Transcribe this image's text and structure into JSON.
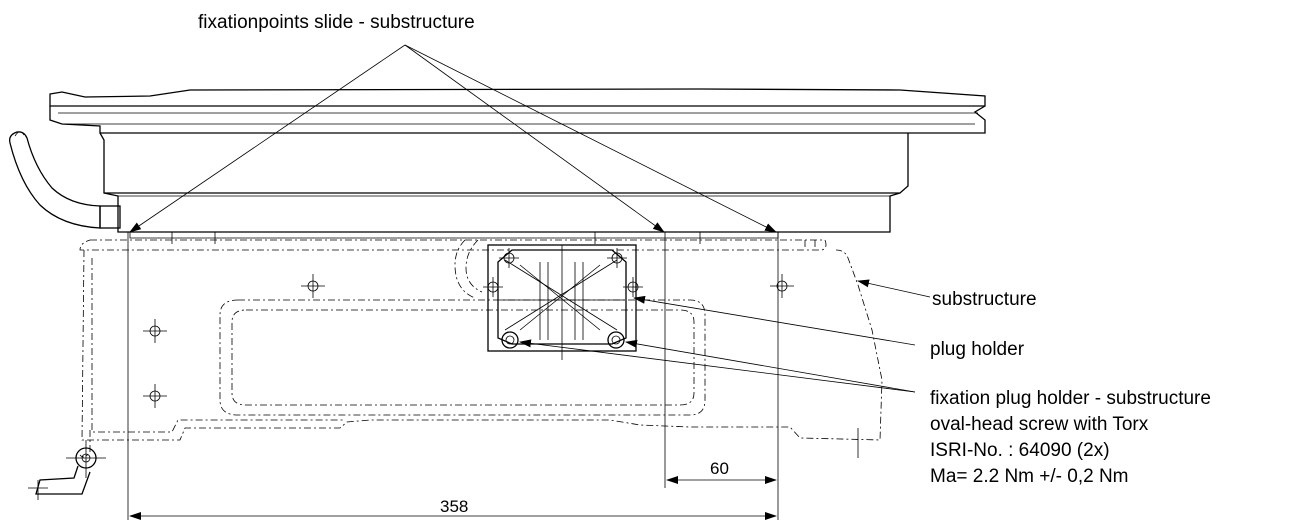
{
  "labels": {
    "title": "fixationpoints slide - substructure",
    "substructure": "substructure",
    "plug_holder": "plug holder",
    "fixation_lines": [
      "fixation plug holder - substructure",
      "oval-head screw with Torx",
      "ISRI-No. : 64090 (2x)",
      "Ma= 2.2 Nm +/- 0,2 Nm"
    ]
  },
  "dimensions": {
    "short": "60",
    "long": "358"
  }
}
